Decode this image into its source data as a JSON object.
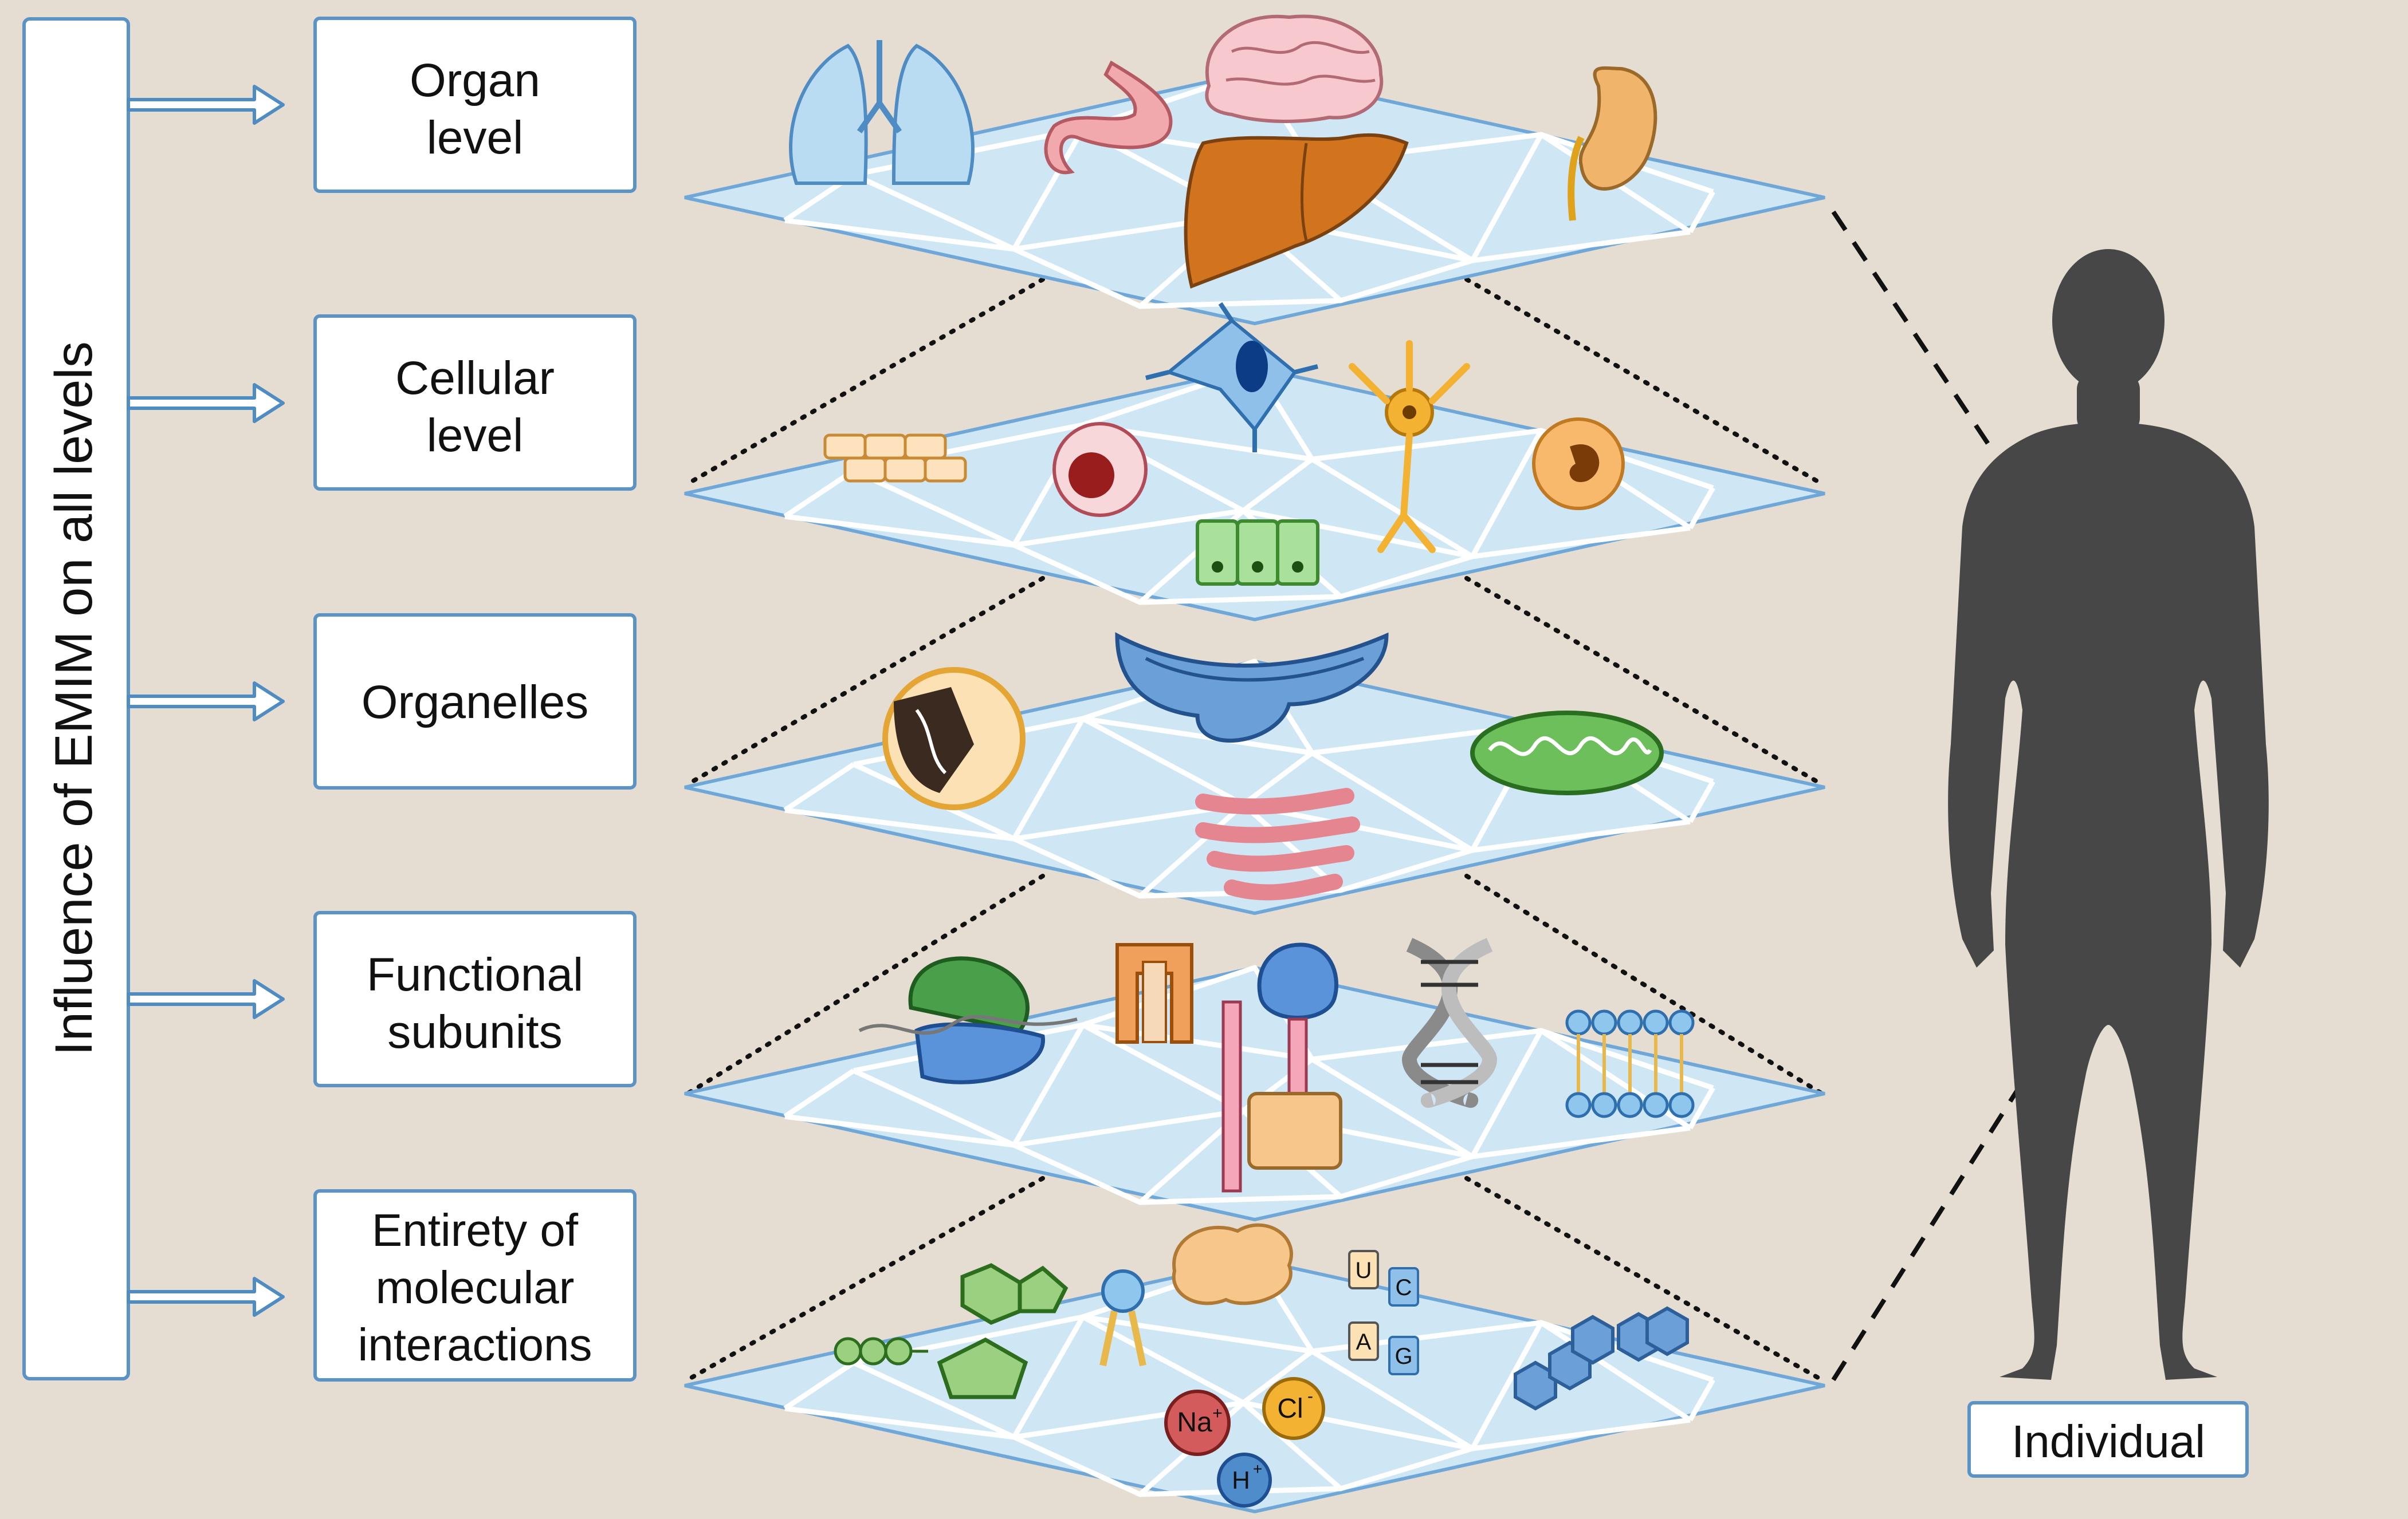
{
  "side_label": "Influence of EMIM on all levels",
  "levels": [
    {
      "line1": "Organ",
      "line2": "level"
    },
    {
      "line1": "Cellular",
      "line2": "level"
    },
    {
      "line1": "Organelles"
    },
    {
      "line1": "Functional",
      "line2": "subunits"
    },
    {
      "line1": "Entirety of",
      "line2": "molecular",
      "line3": "interactions"
    }
  ],
  "individual_label": "Individual",
  "molecule_labels": {
    "sodium": "Na",
    "sodium_sup": "+",
    "chloride": "Cl",
    "chloride_sup": "-",
    "hydrogen": "H",
    "hydrogen_sup": "+",
    "base_u": "U",
    "base_c": "C",
    "base_a": "A",
    "base_g": "G"
  },
  "colors": {
    "background": "#e5ddd2",
    "panel_fill": "#cfe6f5",
    "panel_edge": "#6fa8d8",
    "box_border": "#5b93c7",
    "silhouette": "#474747",
    "arrow": "#4f8cc4"
  }
}
